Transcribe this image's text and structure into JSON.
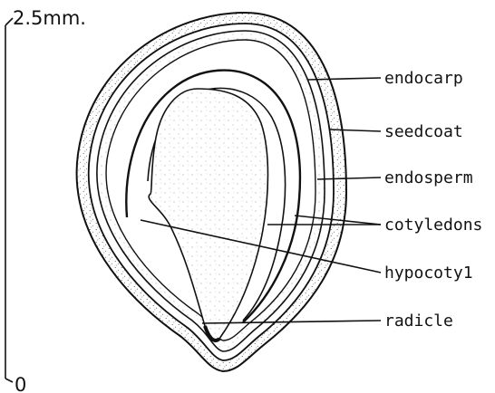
{
  "scale": {
    "top_label": "2.5mm.",
    "bottom_label": "0"
  },
  "labels": {
    "endocarp": "endocarp",
    "seedcoat": "seedcoat",
    "endosperm": "endosperm",
    "cotyledons": "cotyledons",
    "hypocotyl": "hypocoty1",
    "radicle": "radicle"
  }
}
